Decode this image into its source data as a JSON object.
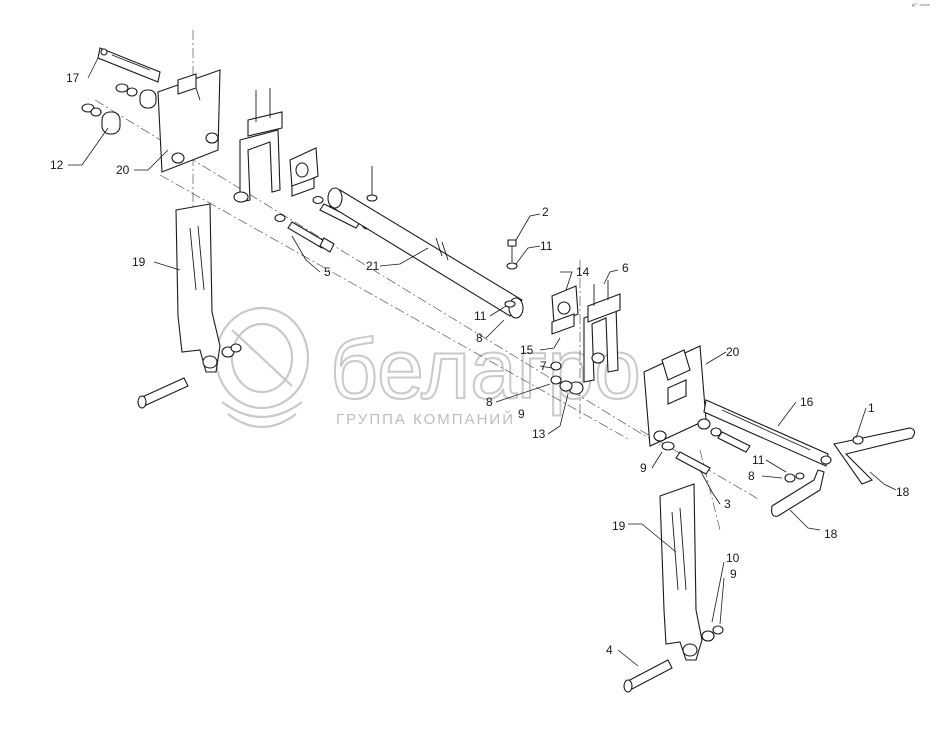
{
  "diagram": {
    "corner_mark": "e° ===",
    "watermark": {
      "brand": "белагро",
      "tagline": "ГРУППА КОМПАНИЙ"
    },
    "callouts": [
      {
        "id": "17",
        "text": "17"
      },
      {
        "id": "12",
        "text": "12"
      },
      {
        "id": "20a",
        "text": "20"
      },
      {
        "id": "19a",
        "text": "19"
      },
      {
        "id": "5",
        "text": "5"
      },
      {
        "id": "21",
        "text": "21"
      },
      {
        "id": "2",
        "text": "2"
      },
      {
        "id": "11a",
        "text": "11"
      },
      {
        "id": "11b",
        "text": "11"
      },
      {
        "id": "8a",
        "text": "8"
      },
      {
        "id": "15",
        "text": "15"
      },
      {
        "id": "7",
        "text": "7"
      },
      {
        "id": "8b",
        "text": "8"
      },
      {
        "id": "9a",
        "text": "9"
      },
      {
        "id": "13",
        "text": "13"
      },
      {
        "id": "14",
        "text": "14"
      },
      {
        "id": "6",
        "text": "6"
      },
      {
        "id": "20b",
        "text": "20"
      },
      {
        "id": "16",
        "text": "16"
      },
      {
        "id": "1",
        "text": "1"
      },
      {
        "id": "18a",
        "text": "18"
      },
      {
        "id": "11c",
        "text": "11"
      },
      {
        "id": "8c",
        "text": "8"
      },
      {
        "id": "18b",
        "text": "18"
      },
      {
        "id": "9b",
        "text": "9"
      },
      {
        "id": "3",
        "text": "3"
      },
      {
        "id": "19b",
        "text": "19"
      },
      {
        "id": "10",
        "text": "10"
      },
      {
        "id": "9c",
        "text": "9"
      },
      {
        "id": "4",
        "text": "4"
      }
    ]
  }
}
